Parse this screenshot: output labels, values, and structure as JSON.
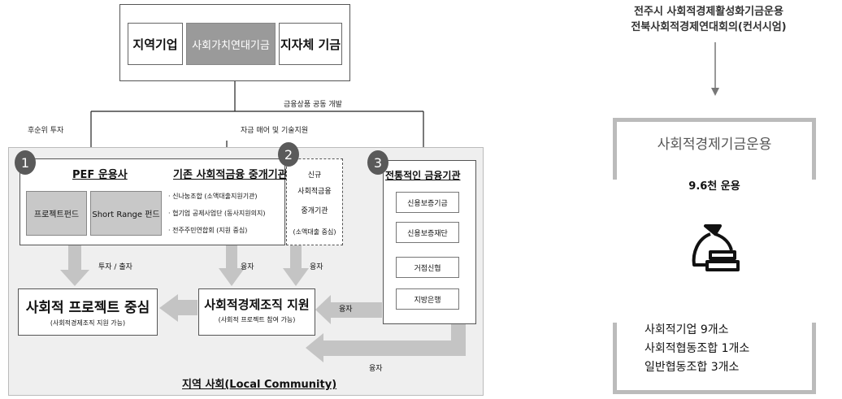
{
  "top_boxes": [
    "지역기업",
    "사회가치연대기금",
    "지자체 기금"
  ],
  "flow_labels": {
    "joint_dev": "금융상품 공동 개발",
    "subordinate": "후순위 투자",
    "funding": "자금 매어 및 기술지원"
  },
  "section1": {
    "num": "1",
    "title": "PEF 운용사",
    "funds": [
      "프로젝트펀드",
      "Short Range 펀드"
    ]
  },
  "section_existing": {
    "title": "기존 사회적금융 중개기관",
    "items": [
      "· 신나눔조합 (소액대출지원기관)",
      "· 협기업 공제사업단 (동사지원의지)",
      "· 전주주민연합회 (지원 중심)"
    ]
  },
  "section2": {
    "num": "2",
    "lines": [
      "신규",
      "사회적금융",
      "중개기관",
      "(소액대출 중심)"
    ]
  },
  "section3": {
    "num": "3",
    "title": "전통적인 금융기관",
    "items": [
      "신용보증기금",
      "신용보증재단",
      "거점신협",
      "지방은행"
    ]
  },
  "arrow_labels": {
    "invest": "투자 / 출자",
    "loan1": "융자",
    "loan2": "융자",
    "loan3": "융자",
    "loan4": "융자"
  },
  "project_box": {
    "title": "사회적 프로젝트 중심",
    "sub": "(사회적경제조직 지원 가능)"
  },
  "support_box": {
    "title": "사회적경제조직 지원",
    "sub": "(사회적 프로젝트 참여 가능)"
  },
  "community": "지역 사회(Local Community)",
  "right": {
    "heading_line1": "전주시 사회적경제활성화기금운용",
    "heading_line2": "전북사회적경제연대회의(컨서시엄)",
    "fund_title": "사회적경제기금운용",
    "amount": "9.6천 운용",
    "stats": [
      "사회적기업 9개소",
      "사회적협동조합 1개소",
      "일반협동조합 3개소"
    ]
  },
  "colors": {
    "panel_bg": "#efefef",
    "gray_arrow": "#c4c4c4",
    "dark_circle": "#5a5a5a"
  }
}
